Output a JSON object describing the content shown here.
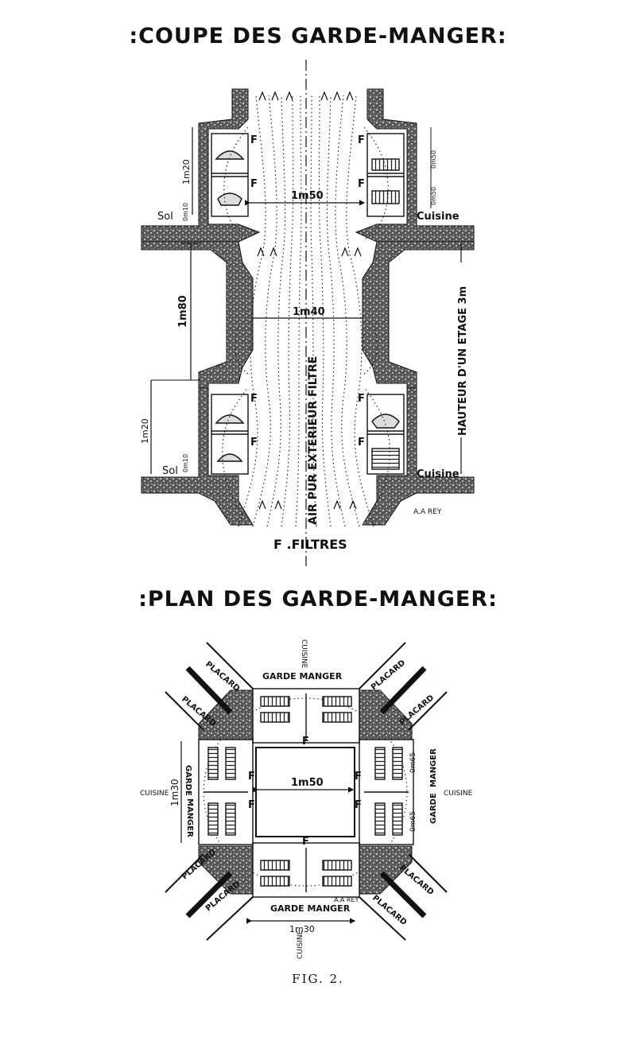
{
  "section": {
    "title": ":COUPE DES GARDE-MANGER:",
    "filter_letter": "F",
    "label_sol": "Sol",
    "label_cuisine": "Cuisine",
    "dim_top_gap": "1m50",
    "dim_mid_gap": "1m40",
    "dim_hauteur": "1m80",
    "dim_upper_h": "1m20",
    "dim_lower_h": "1m20",
    "dim_sol": "0m10",
    "dim_shelf_a": "0m50",
    "dim_shelf_b": "0m50",
    "storey_height": "HAUTEUR D'UN ETAGE 3m",
    "air_label": "AIR PUR EXTERIEUR FILTRE",
    "legend": "F .FILTRES",
    "signature": "A.A REY"
  },
  "plan": {
    "title": ":PLAN DES GARDE-MANGER:",
    "placard": "PLACARD",
    "garde_manger_top": "GARDE MANGER",
    "garde_manger_bottom": "GARDE MANGER",
    "garde_left": "GARDE",
    "manger_left": "MANGER",
    "garde_right": "GARDE",
    "manger_right": "MANGER",
    "cuisine": "CUISINE",
    "cuisine_left": "CUISINE",
    "cuisine_right": "CUISINE",
    "filter_letter": "F",
    "dim_center": "1m50",
    "dim_left": "1m30",
    "dim_bottom": "1m30",
    "dim_right_a": "0m65",
    "dim_right_b": "0m65",
    "signature": "A.A REY"
  },
  "caption": "FIG. 2."
}
